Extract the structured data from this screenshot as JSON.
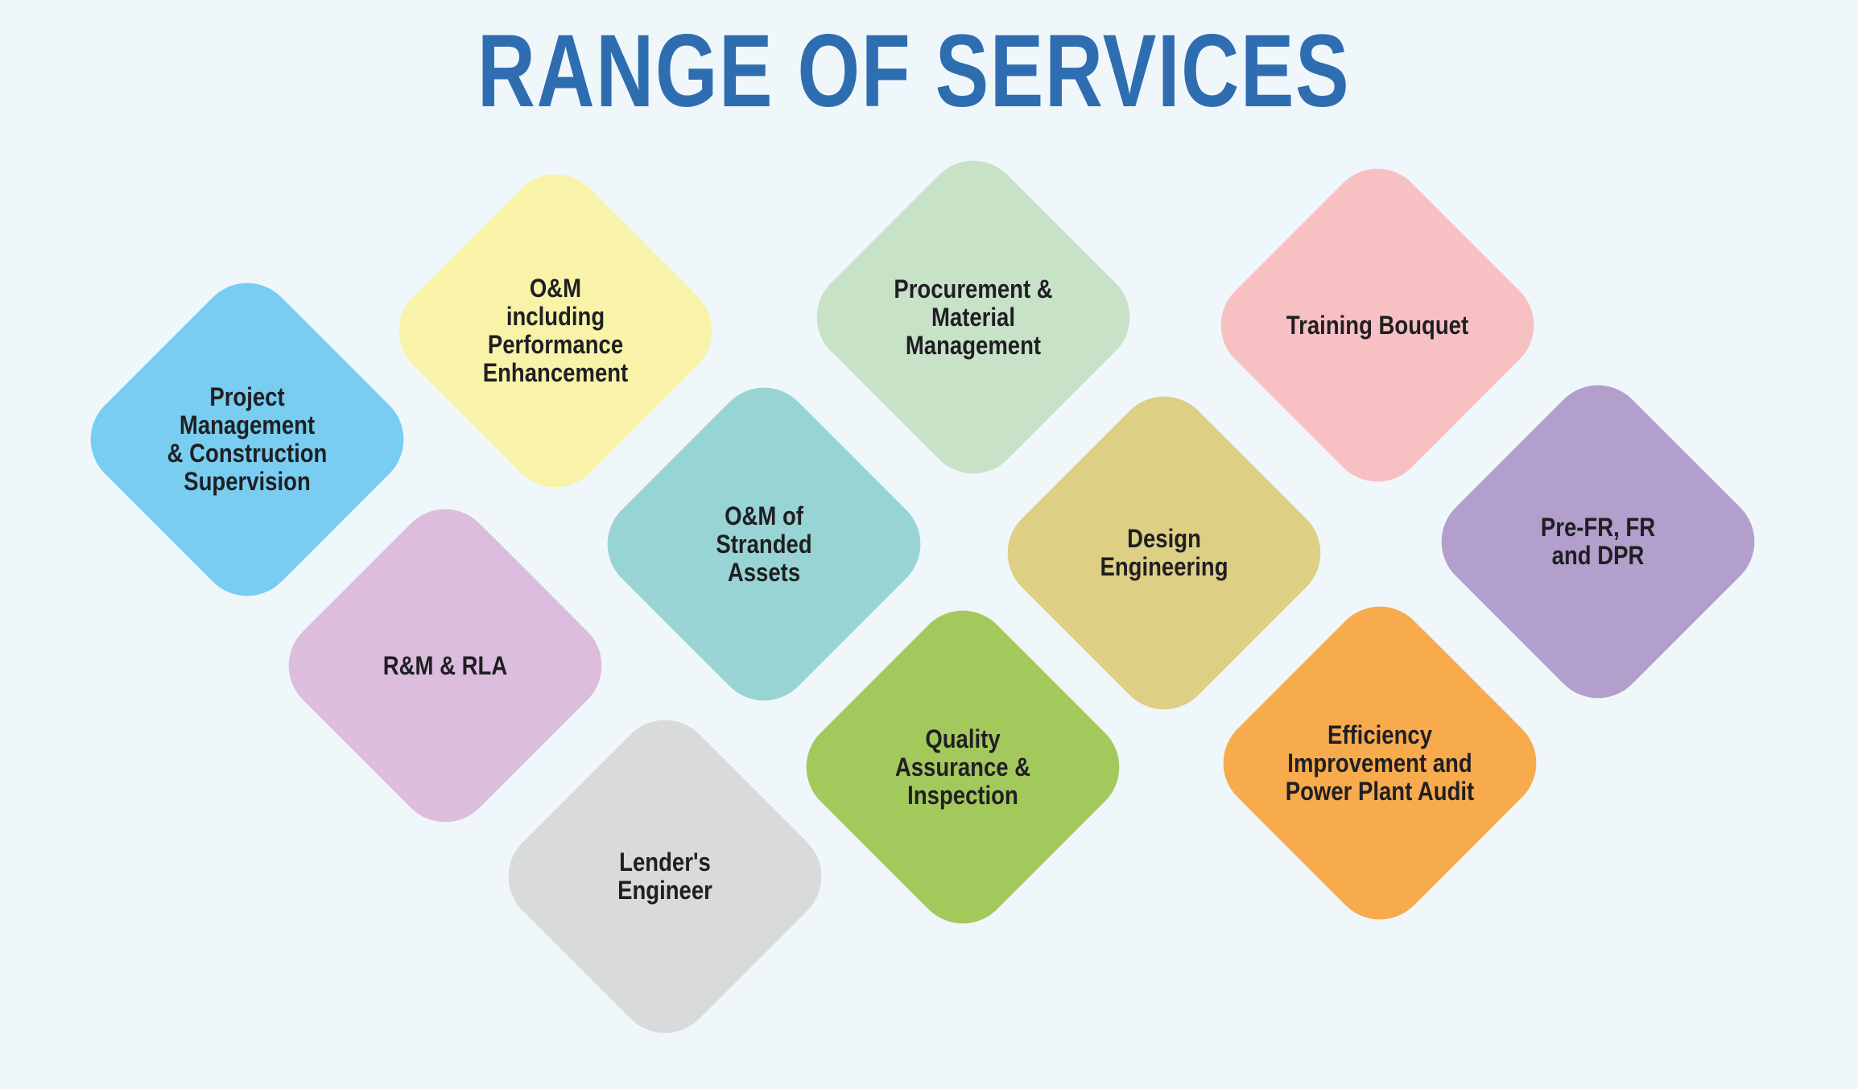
{
  "title": "RANGE OF SERVICES",
  "colors": {
    "title": "#2f6db1",
    "background": "#eff7fb",
    "text": "#1f1f23"
  },
  "services": [
    {
      "label": "Project\nManagement\n& Construction\nSupervision",
      "color": "#78cdf1"
    },
    {
      "label": "O&M\nincluding\nPerformance\nEnhancement",
      "color": "#f8f3a8"
    },
    {
      "label": "R&M & RLA",
      "color": "#dcbddd"
    },
    {
      "label": "O&M of\nStranded\nAssets",
      "color": "#98d4d4"
    },
    {
      "label": "Lender's\nEngineer",
      "color": "#d9dada"
    },
    {
      "label": "Procurement &\nMaterial\nManagement",
      "color": "#c8e2c8"
    },
    {
      "label": "Quality\nAssurance &\nInspection",
      "color": "#a3c95c"
    },
    {
      "label": "Design\nEngineering",
      "color": "#ddcf84"
    },
    {
      "label": "Training Bouquet",
      "color": "#f7c1c4"
    },
    {
      "label": "Efficiency\nImprovement and\nPower Plant Audit",
      "color": "#f7ab4d"
    },
    {
      "label": "Pre-FR, FR\nand DPR",
      "color": "#b29fcb"
    }
  ]
}
